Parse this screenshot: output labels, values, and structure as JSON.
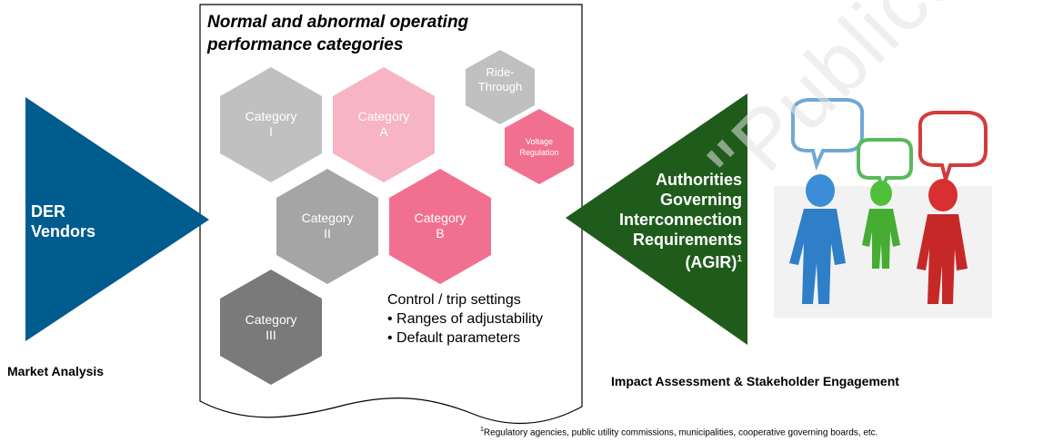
{
  "page_title": "Normal and abnormal operating performance categories",
  "left": {
    "triangle_label_line1": "DER",
    "triangle_label_line2": "Vendors",
    "caption": "Market Analysis",
    "color": "#005b8f"
  },
  "right": {
    "triangle_lines": [
      "Authorities",
      "Governing",
      "Interconnection",
      "Requirements",
      "(AGIR)"
    ],
    "superscript": "1",
    "caption": "Impact Assessment & Stakeholder Engagement",
    "color": "#1f5c1b",
    "illustration": "three-people-speech-bubbles"
  },
  "hexagons": [
    {
      "id": "cat-1",
      "line1": "Category",
      "line2": "I",
      "color": "#c0c0c0"
    },
    {
      "id": "cat-a",
      "line1": "Category",
      "line2": "A",
      "color": "#f7b4c3"
    },
    {
      "id": "ride-through",
      "line1": "Ride-",
      "line2": "Through",
      "color": "#c0c0c0"
    },
    {
      "id": "voltage-regulation",
      "line1": "Voltage",
      "line2": "Regulation",
      "color": "#f2708f"
    },
    {
      "id": "cat-2",
      "line1": "Category",
      "line2": "II",
      "color": "#a5a5a5"
    },
    {
      "id": "cat-b",
      "line1": "Category",
      "line2": "B",
      "color": "#f2708f"
    },
    {
      "id": "cat-3",
      "line1": "Category",
      "line2": "III",
      "color": "#7a7a7a"
    }
  ],
  "settings": {
    "heading": "Control / trip settings",
    "items": [
      "• Ranges of adjustability",
      "• Default parameters"
    ]
  },
  "footnote": {
    "marker": "1",
    "text": "Regulatory agencies, public utility commissions, municipalities, cooperative governing boards, etc."
  },
  "watermark": "\"Publication\""
}
